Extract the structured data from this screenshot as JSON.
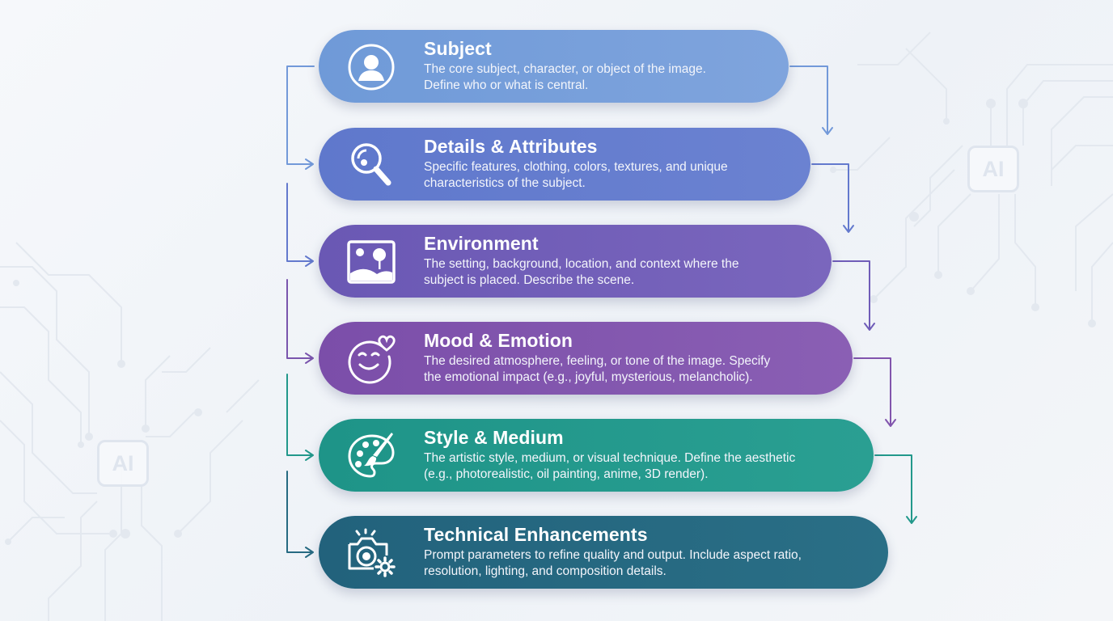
{
  "background": {
    "chip_left_label": "AI",
    "chip_right_label": "AI"
  },
  "steps": [
    {
      "title": "Subject",
      "desc_lines": [
        "The core subject, character, or object of the image.",
        "Define who or what is central."
      ],
      "icon": "person-icon",
      "color": "#7299d9"
    },
    {
      "title": "Details & Attributes",
      "desc_lines": [
        "Specific features, clothing, colors, textures, and unique",
        "characteristics of the subject."
      ],
      "icon": "magnifier-icon",
      "color": "#6379cd"
    },
    {
      "title": "Environment",
      "desc_lines": [
        "The setting, background, location, and context where the",
        "subject is placed. Describe the scene."
      ],
      "icon": "landscape-image-icon",
      "color": "#6f5cb8"
    },
    {
      "title": "Mood & Emotion",
      "desc_lines": [
        "The desired atmosphere, feeling, or tone of the image. Specify",
        "the emotional impact (e.g., joyful, mysterious, melancholic)."
      ],
      "icon": "smiley-heart-icon",
      "color": "#8154ad"
    },
    {
      "title": "Style & Medium",
      "desc_lines": [
        "The artistic style, medium, or visual technique. Define the aesthetic",
        "(e.g., photorealistic, oil painting, anime, 3D render)."
      ],
      "icon": "palette-brush-icon",
      "color": "#22988b"
    },
    {
      "title": "Technical Enhancements",
      "desc_lines": [
        "Prompt parameters to refine quality and output. Include aspect ratio,",
        "resolution, lighting, and composition details."
      ],
      "icon": "camera-gear-icon",
      "color": "#266a82"
    }
  ]
}
